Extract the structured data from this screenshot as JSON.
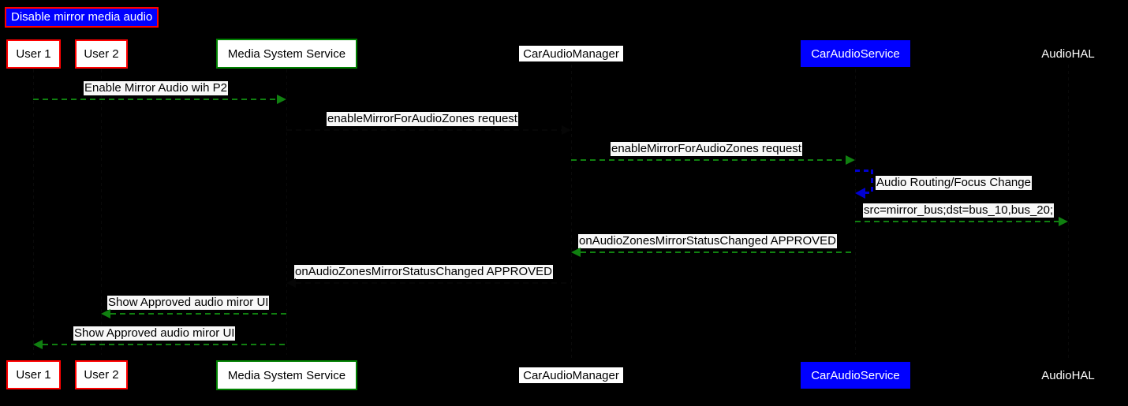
{
  "diagram": {
    "type": "sequence-diagram",
    "title": "Disable mirror media audio",
    "background_color": "#000000",
    "accent_colors": {
      "title_fill": "#0000ff",
      "title_border": "#ff0000",
      "user_border": "#ff0000",
      "service_border": "#008000",
      "carservice_fill": "#0000ff",
      "arrow_green": "#108010",
      "arrow_blue": "#0000d0",
      "arrow_hidden": "#060606"
    }
  },
  "participants": [
    {
      "id": "user1",
      "label": "User 1",
      "style": "red-box"
    },
    {
      "id": "user2",
      "label": "User 2",
      "style": "red-box"
    },
    {
      "id": "mss",
      "label": "Media System Service",
      "style": "green-box"
    },
    {
      "id": "cam",
      "label": "CarAudioManager",
      "style": "white-box"
    },
    {
      "id": "cas",
      "label": "CarAudioService",
      "style": "blue-box"
    },
    {
      "id": "hal",
      "label": "AudioHAL",
      "style": "plain-text"
    }
  ],
  "messages": [
    {
      "index": 1,
      "label": "Enable Mirror Audio wih P2",
      "from": "user1",
      "to": "mss",
      "direction": "right",
      "color": "green",
      "style": "dashed"
    },
    {
      "index": 2,
      "label": "enableMirrorForAudioZones request",
      "from": "mss",
      "to": "cam",
      "direction": "right",
      "color": "hidden",
      "style": "dashed"
    },
    {
      "index": 3,
      "label": "enableMirrorForAudioZones request",
      "from": "cam",
      "to": "cas",
      "direction": "right",
      "color": "green",
      "style": "dashed"
    },
    {
      "index": 4,
      "label": "Audio Routing/Focus Change",
      "from": "cas",
      "to": "cas",
      "direction": "self",
      "color": "blue",
      "style": "dashed"
    },
    {
      "index": 5,
      "label": "src=mirror_bus;dst=bus_10,bus_20;",
      "from": "cas",
      "to": "hal",
      "direction": "right",
      "color": "green",
      "style": "dashed"
    },
    {
      "index": 6,
      "label": "onAudioZonesMirrorStatusChanged APPROVED",
      "from": "cas",
      "to": "cam",
      "direction": "left",
      "color": "green",
      "style": "dashed"
    },
    {
      "index": 7,
      "label": "onAudioZonesMirrorStatusChanged APPROVED",
      "from": "cam",
      "to": "mss",
      "direction": "left",
      "color": "hidden",
      "style": "dashed"
    },
    {
      "index": 8,
      "label": "Show Approved audio miror UI",
      "from": "mss",
      "to": "user2",
      "direction": "left",
      "color": "green",
      "style": "dashed"
    },
    {
      "index": 9,
      "label": "Show Approved audio miror UI",
      "from": "mss",
      "to": "user1",
      "direction": "left",
      "color": "green",
      "style": "dashed"
    }
  ]
}
